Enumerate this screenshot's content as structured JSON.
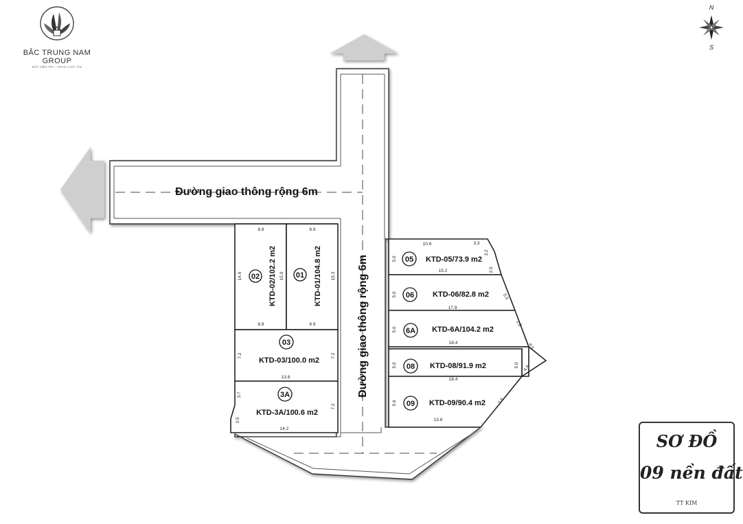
{
  "brand": {
    "name": "BẮC TRUNG NAM GROUP",
    "tagline": "ĐẤT NỀN TRI - TRAO CHỮ TÍN",
    "icon": "lotus-house-logo"
  },
  "compass": {
    "north": "N",
    "south": "S",
    "icon": "compass-rose-icon"
  },
  "roads": {
    "horizontal_label": "Đường giao thông rộng 6m",
    "vertical_label": "Đường giao thông rộng 6m"
  },
  "lots": {
    "lot_01": {
      "number": "01",
      "label": "KTD-01/104.8 m2",
      "dims": [
        "6.9",
        "15.3",
        "6.9",
        "15.0"
      ]
    },
    "lot_02": {
      "number": "02",
      "label": "KTD-02/102.2 m2",
      "dims": [
        "6.9",
        "14.6",
        "6.9",
        "15.0"
      ]
    },
    "lot_03": {
      "number": "03",
      "label": "KTD-03/100.0 m2",
      "dims": [
        "7.2",
        "13.8",
        "7.2"
      ]
    },
    "lot_3a": {
      "number": "3A",
      "label": "KTD-3A/100.6 m2",
      "dims": [
        "3.7",
        "3.5",
        "14.2",
        "7.2"
      ]
    },
    "lot_05": {
      "number": "05",
      "label": "KTD-05/73.9 m2",
      "dims": [
        "10.6",
        "3.3",
        "3.2",
        "2.0",
        "15.2",
        "5.0"
      ]
    },
    "lot_06": {
      "number": "06",
      "label": "KTD-06/82.8 m2",
      "dims": [
        "5.0",
        "17.9",
        "5.5"
      ]
    },
    "lot_6a": {
      "number": "6A",
      "label": "KTD-6A/104.2 m2",
      "dims": [
        "5.0",
        "18.4",
        "2.8",
        "4.5"
      ]
    },
    "lot_08": {
      "number": "08",
      "label": "KTD-08/91.9 m2",
      "dims": [
        "5.0",
        "18.4",
        "5.0",
        "4.4"
      ]
    },
    "lot_09": {
      "number": "09",
      "label": "KTD-09/90.4 m2",
      "dims": [
        "5.6",
        "13.8",
        "7.5"
      ]
    }
  },
  "title_box": {
    "line1": "SƠ ĐỒ",
    "line2": "09 nền đất",
    "line3": "TT KIM"
  }
}
